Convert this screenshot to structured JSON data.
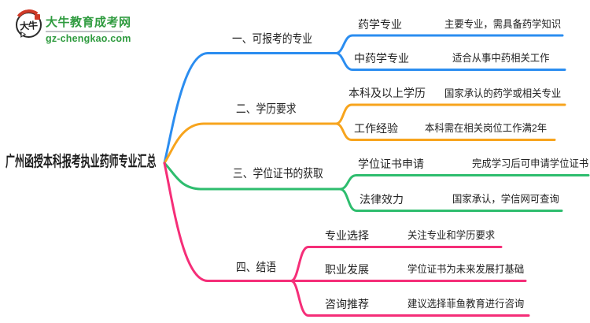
{
  "logo": {
    "icon_text": "大牛",
    "title": "大牛教育成考网",
    "domain": "gz-chengkao.com",
    "brand_color": "#2f9b3f",
    "seal_color": "#cf3a28"
  },
  "root": {
    "title": "广州函授本科报考执业药师专业汇总",
    "text_color": "#1b1b1b"
  },
  "branches": [
    {
      "label": "一、可报考的专业",
      "color": "#2b8df0",
      "children": [
        {
          "label": "药学专业",
          "desc": "主要专业，需具备药学知识"
        },
        {
          "label": "中药学专业",
          "desc": "适合从事中药相关工作"
        }
      ]
    },
    {
      "label": "二、学历要求",
      "color": "#f7a41d",
      "children": [
        {
          "label": "本科及以上学历",
          "desc": "国家承认的药学或相关专业"
        },
        {
          "label": "工作经验",
          "desc": "本科需在相关岗位工作满2年"
        }
      ]
    },
    {
      "label": "三、学位证书的获取",
      "color": "#2ebd6e",
      "children": [
        {
          "label": "学位证书申请",
          "desc": "完成学习后可申请学位证书"
        },
        {
          "label": "法律效力",
          "desc": "国家承认，学信网可查询"
        }
      ]
    },
    {
      "label": "四、结语",
      "color": "#f52e78",
      "children": [
        {
          "label": "专业选择",
          "desc": "关注专业和学历要求"
        },
        {
          "label": "职业发展",
          "desc": "学位证书为未来发展打基础"
        },
        {
          "label": "咨询推荐",
          "desc": "建议选择菲鱼教育进行咨询"
        }
      ]
    }
  ]
}
